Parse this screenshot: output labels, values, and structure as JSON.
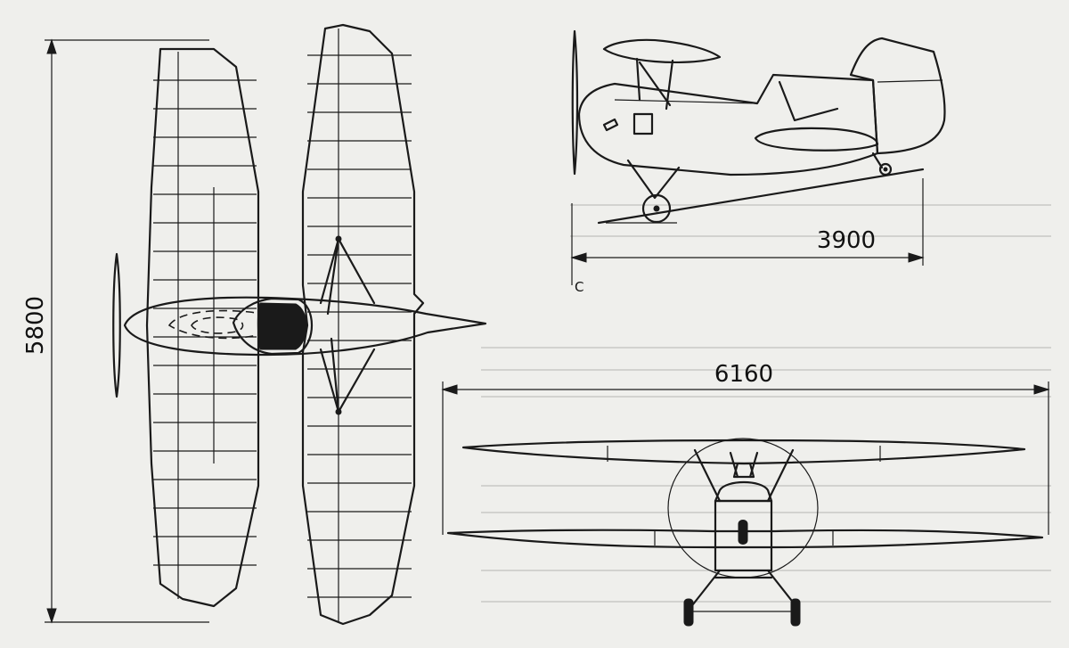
{
  "dimensions": {
    "length": "5800",
    "height_view_length": "3900",
    "span": "6160",
    "marker": "C"
  },
  "colors": {
    "ink": "#1a1a1a",
    "paper": "#efefec"
  }
}
